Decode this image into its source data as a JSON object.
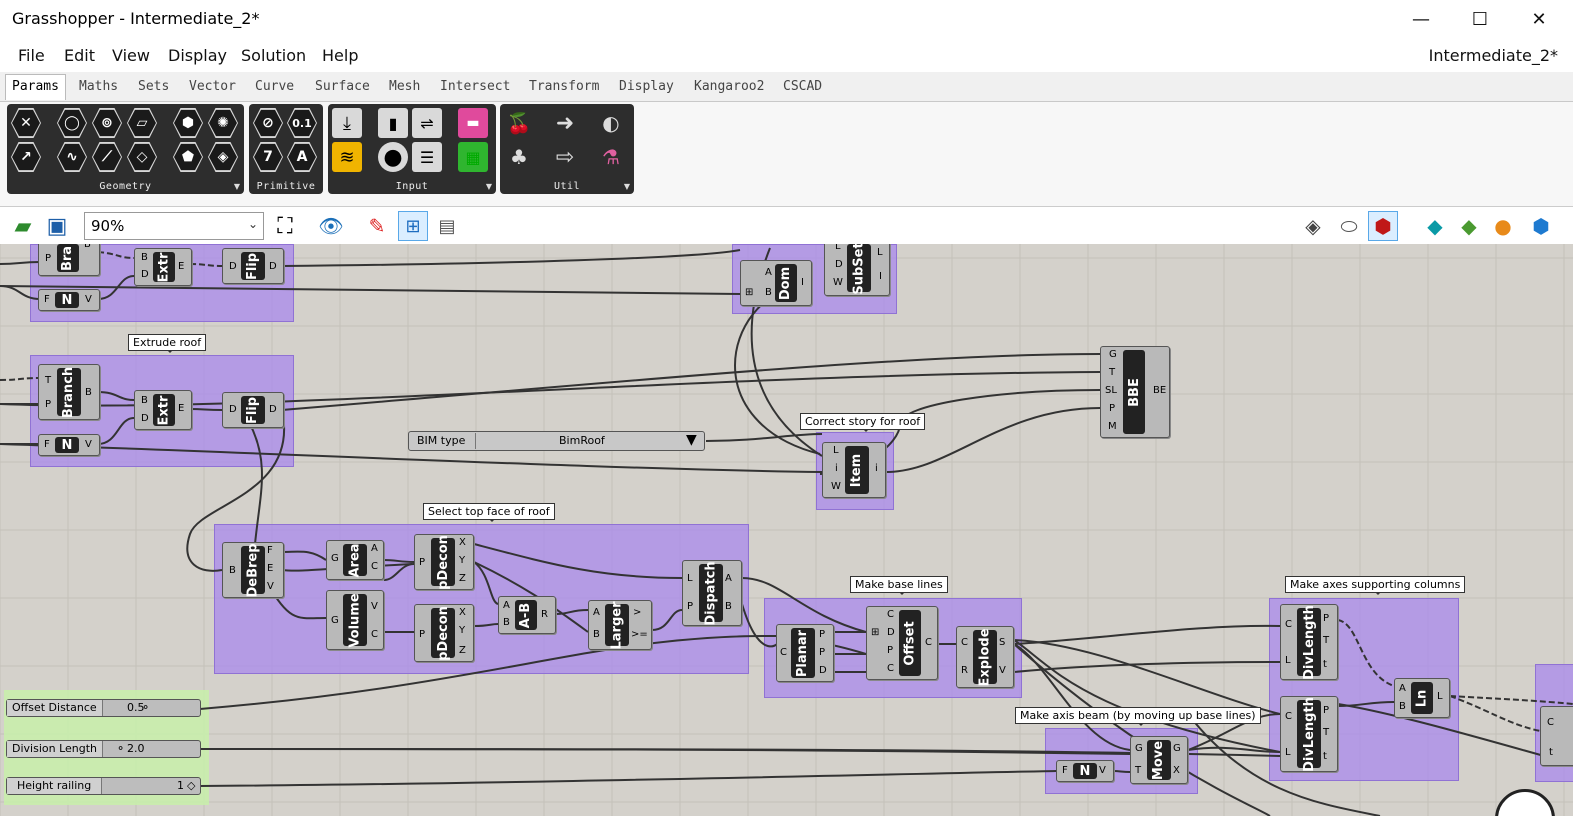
{
  "window": {
    "title": "Grasshopper - Intermediate_2*",
    "minimize": "—",
    "maximize": "☐",
    "close": "✕"
  },
  "menu": {
    "items": [
      "File",
      "Edit",
      "View",
      "Display",
      "Solution",
      "Help"
    ],
    "doc_name": "Intermediate_2*"
  },
  "tabs": [
    "Params",
    "Maths",
    "Sets",
    "Vector",
    "Curve",
    "Surface",
    "Mesh",
    "Intersect",
    "Transform",
    "Display",
    "Kangaroo2",
    "CSCAD"
  ],
  "ribbon": {
    "groups": [
      "Geometry",
      "Primitive",
      "Input",
      "Util"
    ]
  },
  "toolbar": {
    "zoom": "90%"
  },
  "canvas": {
    "labels": {
      "extrude_roof": "Extrude roof",
      "correct_story": "Correct story for roof",
      "select_top": "Select top face of roof",
      "make_base": "Make base lines",
      "make_axes": "Make axes supporting columns",
      "make_axis_beam": "Make axis beam (by moving up base lines)"
    },
    "value_list": {
      "label": "BIM type",
      "value": "BimRoof"
    },
    "sliders": [
      {
        "label": "Offset Distance",
        "value": "0.5"
      },
      {
        "label": "Division Length",
        "value": "2.0"
      },
      {
        "label": "Height railing",
        "value": "1"
      }
    ],
    "components": {
      "branch_top": "Bra",
      "extr_top": "Extr",
      "flip_top": "Flip",
      "n_top": "N",
      "dom": "Dom",
      "subset": "SubSet",
      "branch": "Branch",
      "extr": "Extr",
      "flip": "Flip",
      "n": "N",
      "bbe": "BBE",
      "item": "Item",
      "debrep": "DeBrep",
      "area": "Area",
      "volume": "Volume",
      "pdecon1": "pDecon",
      "pdecon2": "pDecon",
      "amb": "A-B",
      "larger": "Larger",
      "dispatch": "Dispatch",
      "planar": "Planar",
      "offset": "Offset",
      "explode": "Explode",
      "divlength1": "DivLength",
      "divlength2": "DivLength",
      "ln": "Ln",
      "n_beam": "N",
      "move": "Move"
    }
  }
}
